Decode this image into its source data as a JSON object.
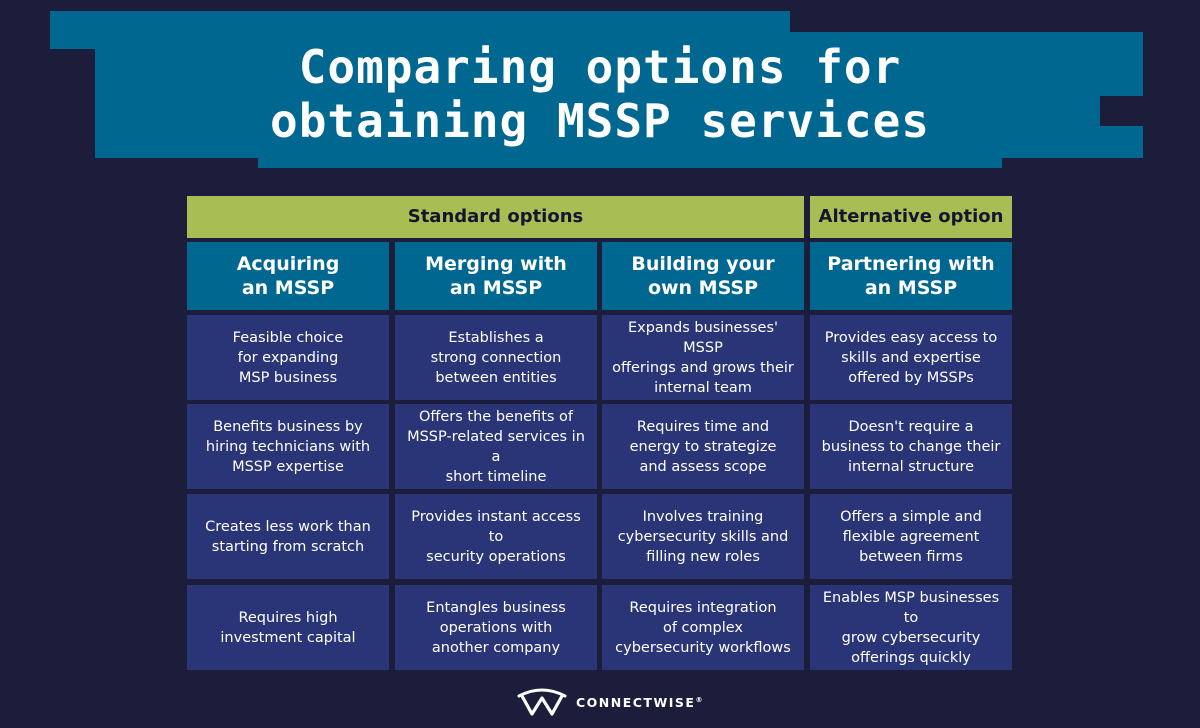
{
  "title": {
    "line1": "Comparing options for",
    "line2": "obtaining MSSP services"
  },
  "groups": {
    "standard": "Standard options",
    "alternative": "Alternative option"
  },
  "columns": [
    {
      "header": "Acquiring\nan MSSP",
      "cells": [
        "Feasible choice\nfor expanding\nMSP business",
        "Benefits business by\nhiring technicians with\nMSSP expertise",
        "Creates less work than\nstarting from scratch",
        "Requires high\ninvestment capital"
      ]
    },
    {
      "header": "Merging with\nan MSSP",
      "cells": [
        "Establishes a\nstrong connection\nbetween entities",
        "Offers the benefits of\nMSSP-related services in a\nshort timeline",
        "Provides instant access to\nsecurity operations",
        "Entangles business\noperations with\nanother company"
      ]
    },
    {
      "header": "Building your\nown MSSP",
      "cells": [
        "Expands businesses' MSSP\nofferings and grows their\ninternal team",
        "Requires time and\nenergy to strategize\nand assess scope",
        "Involves training\ncybersecurity skills and\nfilling new roles",
        "Requires integration\nof complex\ncybersecurity workflows"
      ]
    },
    {
      "header": "Partnering with\nan MSSP",
      "cells": [
        "Provides easy access to\nskills and expertise\noffered by MSSPs",
        "Doesn't require a\nbusiness to change their\ninternal structure",
        "Offers a simple and\nflexible agreement\nbetween firms",
        "Enables MSP businesses to\ngrow cybersecurity\nofferings quickly"
      ]
    }
  ],
  "footer": {
    "brand": "CONNECTWISE",
    "trademark": "®",
    "logo_icon": "connectwise-logo-icon"
  },
  "colors": {
    "background": "#1c1d3a",
    "banner": "#006890",
    "group_header": "#a9bd55",
    "column_header": "#006890",
    "cell": "#2a3577"
  }
}
